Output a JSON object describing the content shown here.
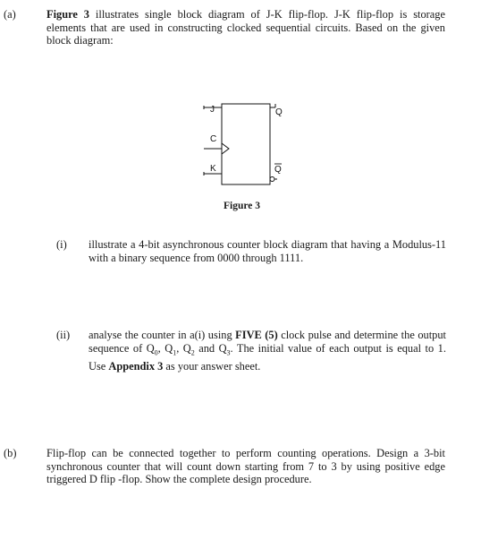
{
  "part_a": {
    "label": "(a)",
    "intro_bold": "Figure 3",
    "intro_rest": " illustrates single block diagram of J-K flip-flop. J-K flip-flop is storage elements that are used in constructing clocked sequential circuits. Based on the given block diagram:"
  },
  "figure": {
    "pin_j": "J",
    "pin_c": "C",
    "pin_k": "K",
    "pin_q": "Q",
    "pin_qbar": "Q",
    "caption": "Figure 3"
  },
  "part_a_i": {
    "label": "(i)",
    "text": "illustrate a 4-bit asynchronous counter block diagram that having a Modulus-11 with a binary sequence from 0000 through 1111."
  },
  "part_a_ii": {
    "label": "(ii)",
    "text_1": "analyse the counter in a(i) using ",
    "text_bold_1": "FIVE (5)",
    "text_2": " clock pulse and determine the output sequence of Q",
    "sub_0": "0",
    "text_3": ", Q",
    "sub_1": "1",
    "text_4": ", Q",
    "sub_2": "2",
    "text_5": " and Q",
    "sub_3": "3",
    "text_6": ". The initial value of each output is equal to 1. Use ",
    "text_bold_2": "Appendix 3",
    "text_7": " as your answer sheet."
  },
  "part_b": {
    "label": "(b)",
    "text": "Flip-flop can be connected together to perform counting operations. Design a 3-bit synchronous counter that will count down starting from 7 to 3 by using positive edge triggered D flip -flop. Show the complete design procedure."
  }
}
